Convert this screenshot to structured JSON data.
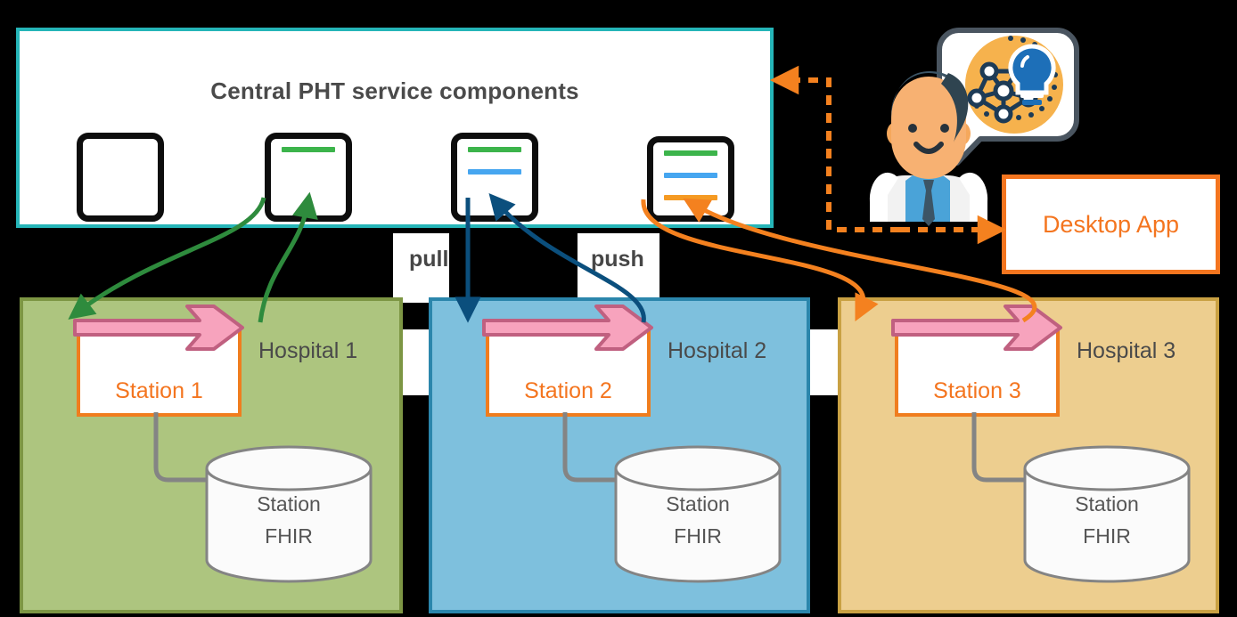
{
  "central": {
    "title": "Central PHT service components",
    "border_color": "#25b5b8",
    "components": [
      {
        "name": "component-empty",
        "bars": []
      },
      {
        "name": "component-green",
        "bars": [
          "#3cb44b"
        ]
      },
      {
        "name": "component-green-blue",
        "bars": [
          "#3cb44b",
          "#46a6f0"
        ]
      },
      {
        "name": "component-green-blue-orange",
        "bars": [
          "#3cb44b",
          "#46a6f0",
          "#f59a23"
        ]
      }
    ]
  },
  "flows": {
    "pull_label": "pull",
    "push_label": "push",
    "green_color": "#2e8b3d",
    "blue_color": "#0b4f7d",
    "orange_color": "#f4811f",
    "dashed_color": "#f4811f"
  },
  "hospitals": [
    {
      "name": "Hospital 1",
      "station": "Station 1",
      "db_line1": "Station",
      "db_line2": "FHIR",
      "fill": "#adc57f",
      "border": "#7d9644"
    },
    {
      "name": "Hospital 2",
      "station": "Station 2",
      "db_line1": "Station",
      "db_line2": "FHIR",
      "fill": "#7ec0dd",
      "border": "#2b86ac"
    },
    {
      "name": "Hospital 3",
      "station": "Station 3",
      "db_line1": "Station",
      "db_line2": "FHIR",
      "fill": "#edce8f",
      "border": "#c9a143"
    }
  ],
  "desktop_app": {
    "label": "Desktop App",
    "border_color": "#f4751f",
    "text_color": "#f4751f"
  },
  "user": {
    "icon": "scientist-avatar-icon",
    "thought_icon": "lightbulb-neural-network-thought-bubble-icon"
  },
  "station_arrow": {
    "icon": "train-progress-arrow-icon",
    "fill": "#f7a3bd",
    "stroke": "#c06080"
  }
}
